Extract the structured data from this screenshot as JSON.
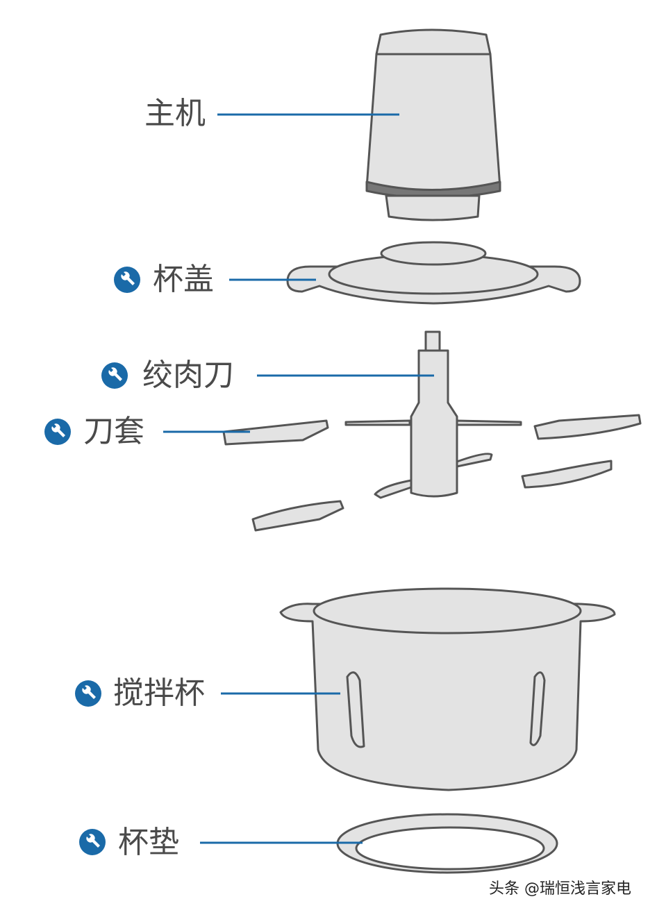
{
  "colors": {
    "accent": "#1a6aa8",
    "part_fill": "#e3e3e3",
    "outline": "#555555",
    "text": "#4a4a4a"
  },
  "parts": [
    {
      "label": "主机",
      "icon": null
    },
    {
      "label": "杯盖",
      "icon": "wrench-icon"
    },
    {
      "label": "绞肉刀",
      "icon": "wrench-icon"
    },
    {
      "label": "刀套",
      "icon": "wrench-icon"
    },
    {
      "label": "搅拌杯",
      "icon": "wrench-icon"
    },
    {
      "label": "杯垫",
      "icon": "wrench-icon"
    }
  ],
  "watermark": "头条 @瑞恒浅言家电"
}
